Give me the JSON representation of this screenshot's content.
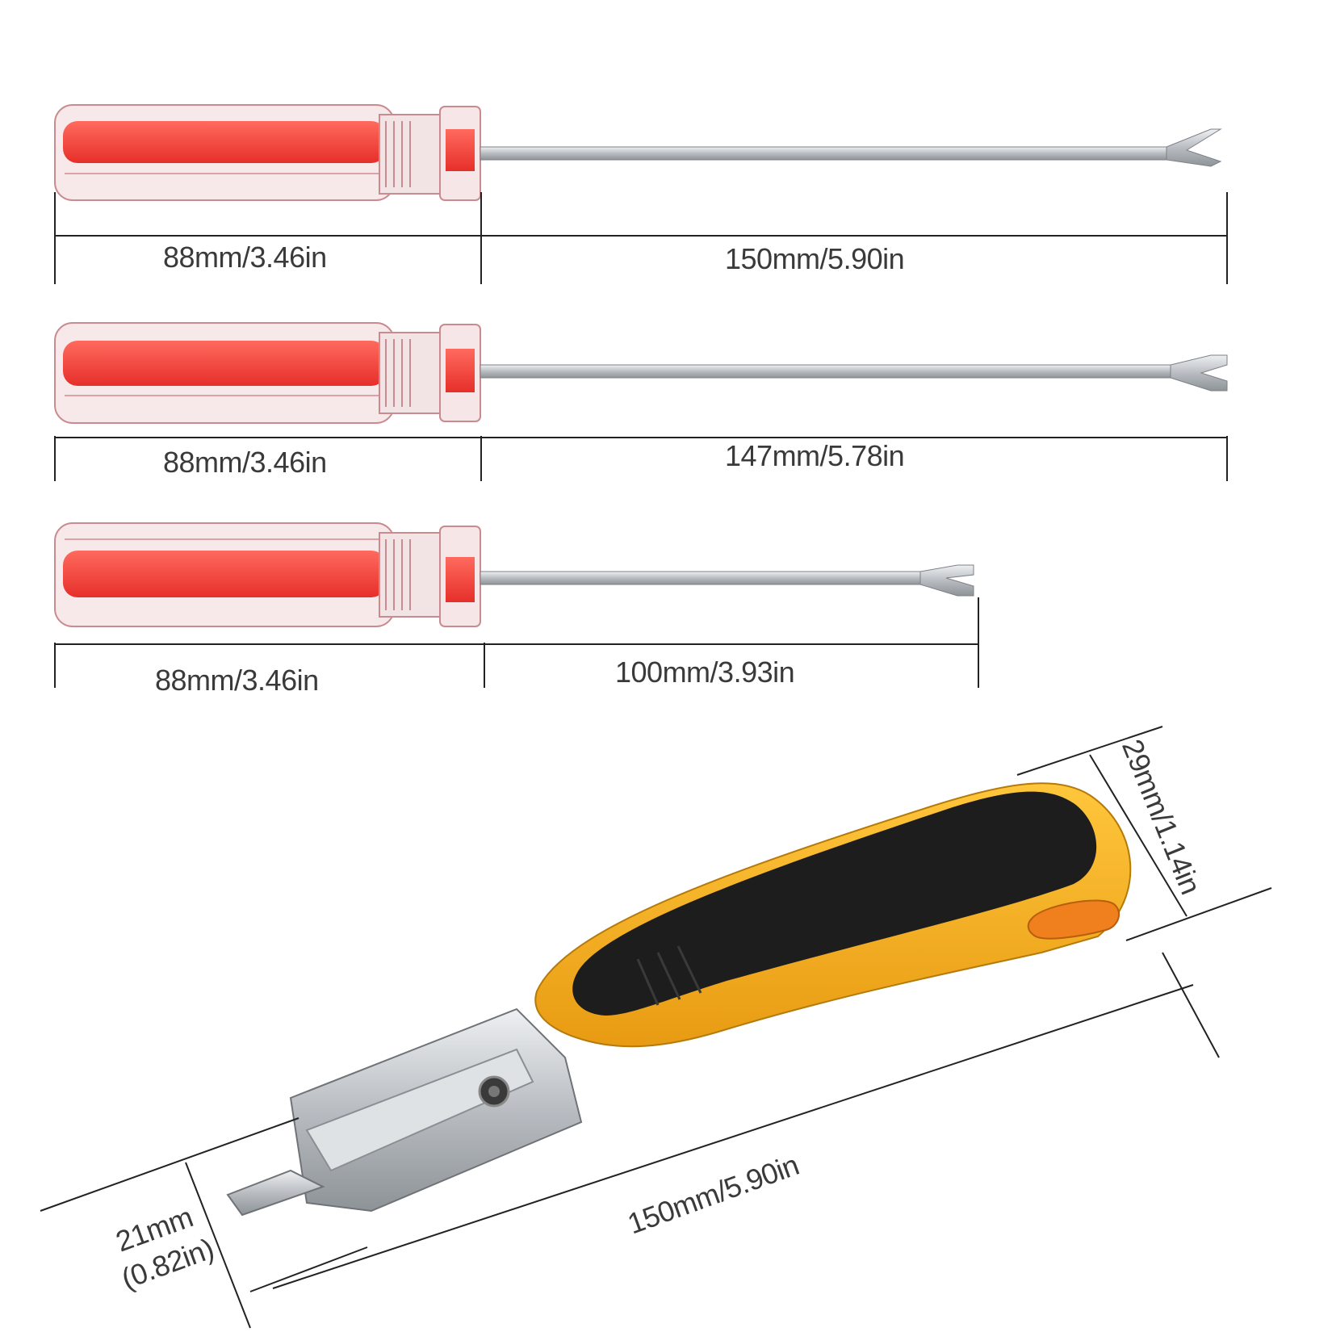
{
  "colors": {
    "handle_red": "#f0423a",
    "handle_clear": "#f4dcdc",
    "shaft_steel": "#c9ccd0",
    "grip_black": "#1d1d1d",
    "grip_yellow": "#f4b228",
    "dimension_line": "#222222"
  },
  "tools": [
    {
      "name": "fork-screwdriver-long",
      "handle_label": "88mm/3.46in",
      "shaft_label": "150mm/5.90in"
    },
    {
      "name": "fork-screwdriver-medium",
      "handle_label": "88mm/3.46in",
      "shaft_label": "147mm/5.78in"
    },
    {
      "name": "fork-screwdriver-short",
      "handle_label": "88mm/3.46in",
      "shaft_label": "100mm/3.93in"
    }
  ],
  "staple_remover": {
    "height_label": "29mm/1.14in",
    "length_label": "150mm/5.90in",
    "jaw_width_label_line1": "21mm",
    "jaw_width_label_line2": "(0.82in)"
  }
}
